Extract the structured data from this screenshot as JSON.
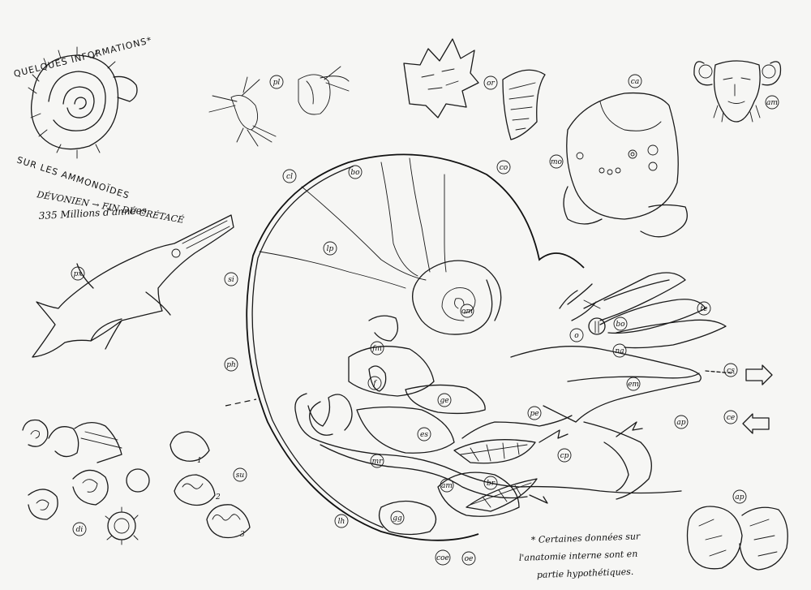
{
  "header": {
    "title_line1": "QUELQUES INFORMATIONS*",
    "title_line2": "SUR LES AMMONOÏDES",
    "period": "DÉVONIEN → FIN DU CRÉTACÉ",
    "duration": "335 Millions d'années"
  },
  "labels": {
    "pl": "pl",
    "or": "or",
    "ca": "ca",
    "am_head": "am",
    "co": "co",
    "mo": "mo",
    "cl": "cl",
    "bo_top": "bo",
    "lp": "lp",
    "px": "px",
    "si": "si",
    "om": "om",
    "o": "o",
    "bo_eye": "bo",
    "te": "te",
    "na": "na",
    "fm": "fm",
    "f": "f",
    "ph": "ph",
    "ge": "ge",
    "cs": "cs",
    "em": "em",
    "ce": "ce",
    "ap_mid": "ap",
    "pe": "pe",
    "es": "es",
    "mr": "mr",
    "cp": "cp",
    "am_mid": "am",
    "br": "br",
    "su": "su",
    "di": "di",
    "lh": "lh",
    "gg": "gg",
    "coe": "coe",
    "oe": "oe",
    "ap_corner": "ap"
  },
  "suture_steps": [
    "1",
    "2",
    "3"
  ],
  "footnote": {
    "line1": "* Certaines données sur",
    "line2": "l'anatomie interne sont en",
    "line3": "partie hypothétiques."
  }
}
